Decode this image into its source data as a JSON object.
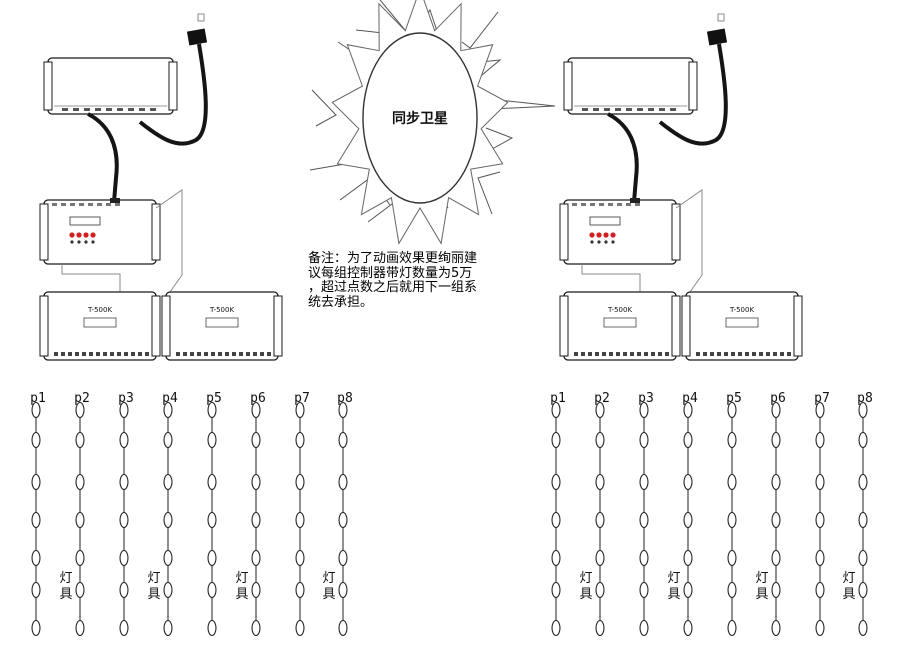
{
  "satellite": {
    "label": "同步卫星"
  },
  "note": {
    "lines": [
      "备注：为了动画效果更绚丽建",
      "议每组控制器带灯数量为5万",
      "，超过点数之后就用下一组系",
      "统去承担。"
    ]
  },
  "panels": [
    {
      "id": "left",
      "controller_labels": [
        "T-500K",
        "T-500K"
      ],
      "ports": [
        "p1",
        "p2",
        "p3",
        "p4",
        "p5",
        "p6",
        "p7",
        "p8"
      ],
      "fixture_label": "灯具"
    },
    {
      "id": "right",
      "controller_labels": [
        "T-500K",
        "T-500K"
      ],
      "ports": [
        "p1",
        "p2",
        "p3",
        "p4",
        "p5",
        "p6",
        "p7",
        "p8"
      ],
      "fixture_label": "灯具"
    }
  ],
  "colors": {
    "line": "#1a1a1a",
    "grey": "#8a8a8a",
    "red_led": "#d21f1f",
    "cable": "#151515"
  }
}
